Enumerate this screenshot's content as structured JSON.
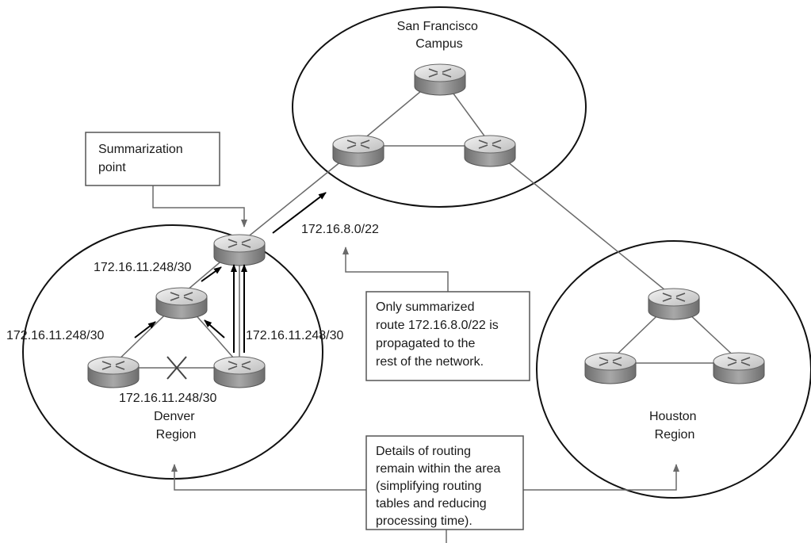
{
  "regions": {
    "sf": [
      "San Francisco",
      "Campus"
    ],
    "denver": [
      "Denver",
      "Region"
    ],
    "houston": [
      "Houston",
      "Region"
    ]
  },
  "summarization_box": [
    "Summarization",
    "point"
  ],
  "summarized_route": "172.16.8.0/22",
  "subnet_labels": {
    "upper_left": "172.16.11.248/30",
    "left": "172.16.11.248/30",
    "right": "172.16.11.248/30",
    "bottom": "172.16.11.248/30"
  },
  "propagation_note": [
    "Only summarized",
    "route 172.16.8.0/22 is",
    "propagated to the",
    "rest of the network."
  ],
  "details_note": [
    "Details of routing",
    "remain within the area",
    "(simplifying routing",
    "tables and reducing",
    "processing time)."
  ],
  "colors": {
    "router_top": "#dcdcdc",
    "router_side": "#8a8a8a",
    "line": "#6a6a6a",
    "outline": "#111111"
  }
}
